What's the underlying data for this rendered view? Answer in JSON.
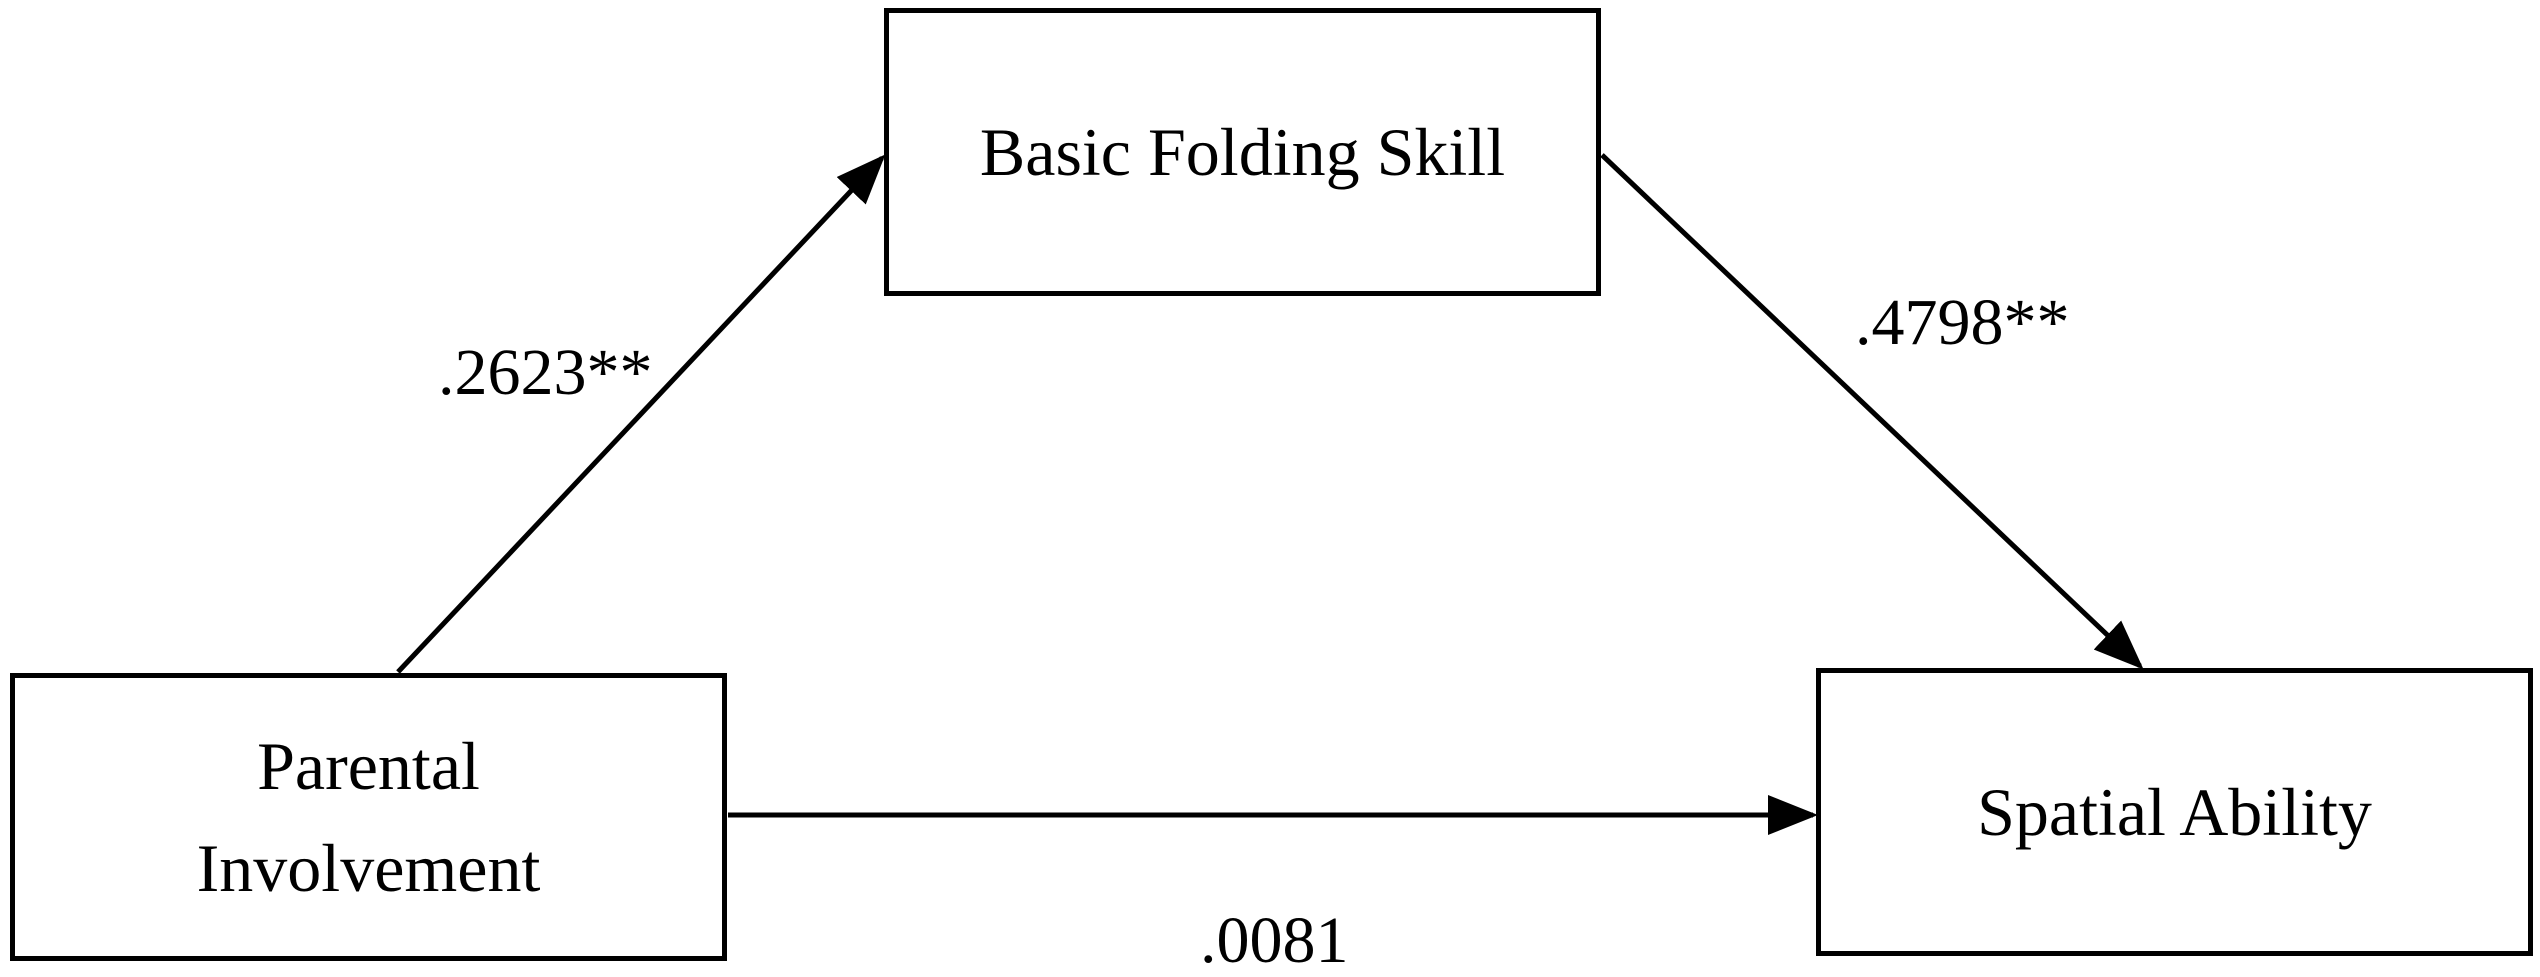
{
  "nodes": {
    "mediator": {
      "label": "Basic Folding Skill"
    },
    "predictor": {
      "label_line1": "Parental",
      "label_line2": "Involvement"
    },
    "outcome": {
      "label": "Spatial Ability"
    }
  },
  "paths": {
    "predictor_to_mediator": {
      "coefficient": ".2623**"
    },
    "mediator_to_outcome": {
      "coefficient": ".4798**"
    },
    "predictor_to_outcome": {
      "coefficient": ".0081"
    }
  },
  "colors": {
    "line": "#000000",
    "background": "#ffffff"
  }
}
